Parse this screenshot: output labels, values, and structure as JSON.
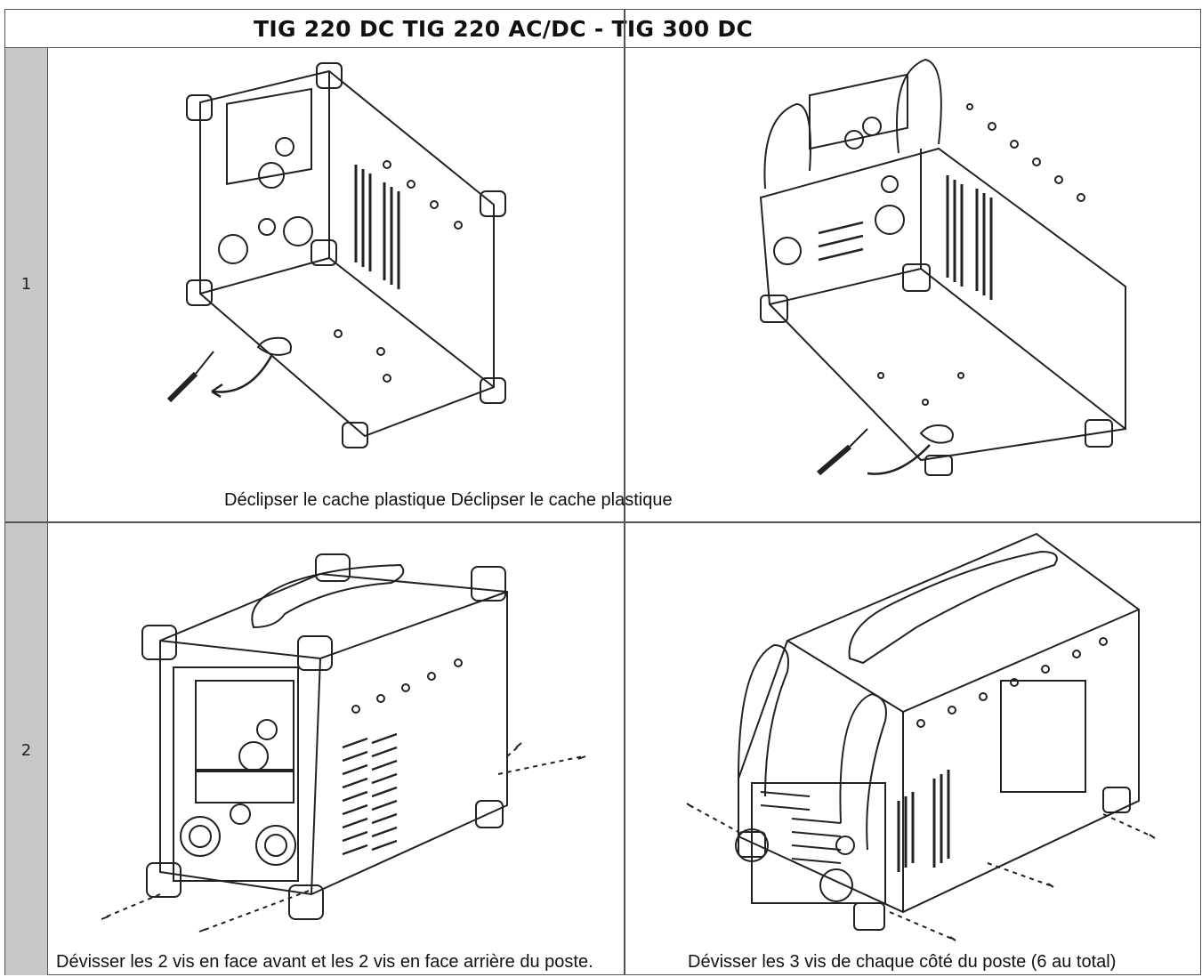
{
  "header": {
    "title": "TIG 220 DC TIG 220 AC/DC - TIG 300 DC"
  },
  "rows": [
    {
      "number": "1",
      "caption": "Déclipser le cache plastique Déclipser le cache plastique"
    },
    {
      "number": "2",
      "caption_left": "Dévisser les 2 vis en face avant et les 2 vis en face arrière du poste.",
      "caption_right": "Dévisser les 3 vis de chaque côté du poste (6 au total)"
    }
  ],
  "illustrations": [
    {
      "icon": "welder-underside-small-icon"
    },
    {
      "icon": "welder-underside-large-icon"
    },
    {
      "icon": "welder-front-screws-icon"
    },
    {
      "icon": "welder-side-screws-icon"
    }
  ],
  "colors": {
    "border": "#555555",
    "side_column": "#c8c8c8",
    "line_art": "#222222"
  }
}
